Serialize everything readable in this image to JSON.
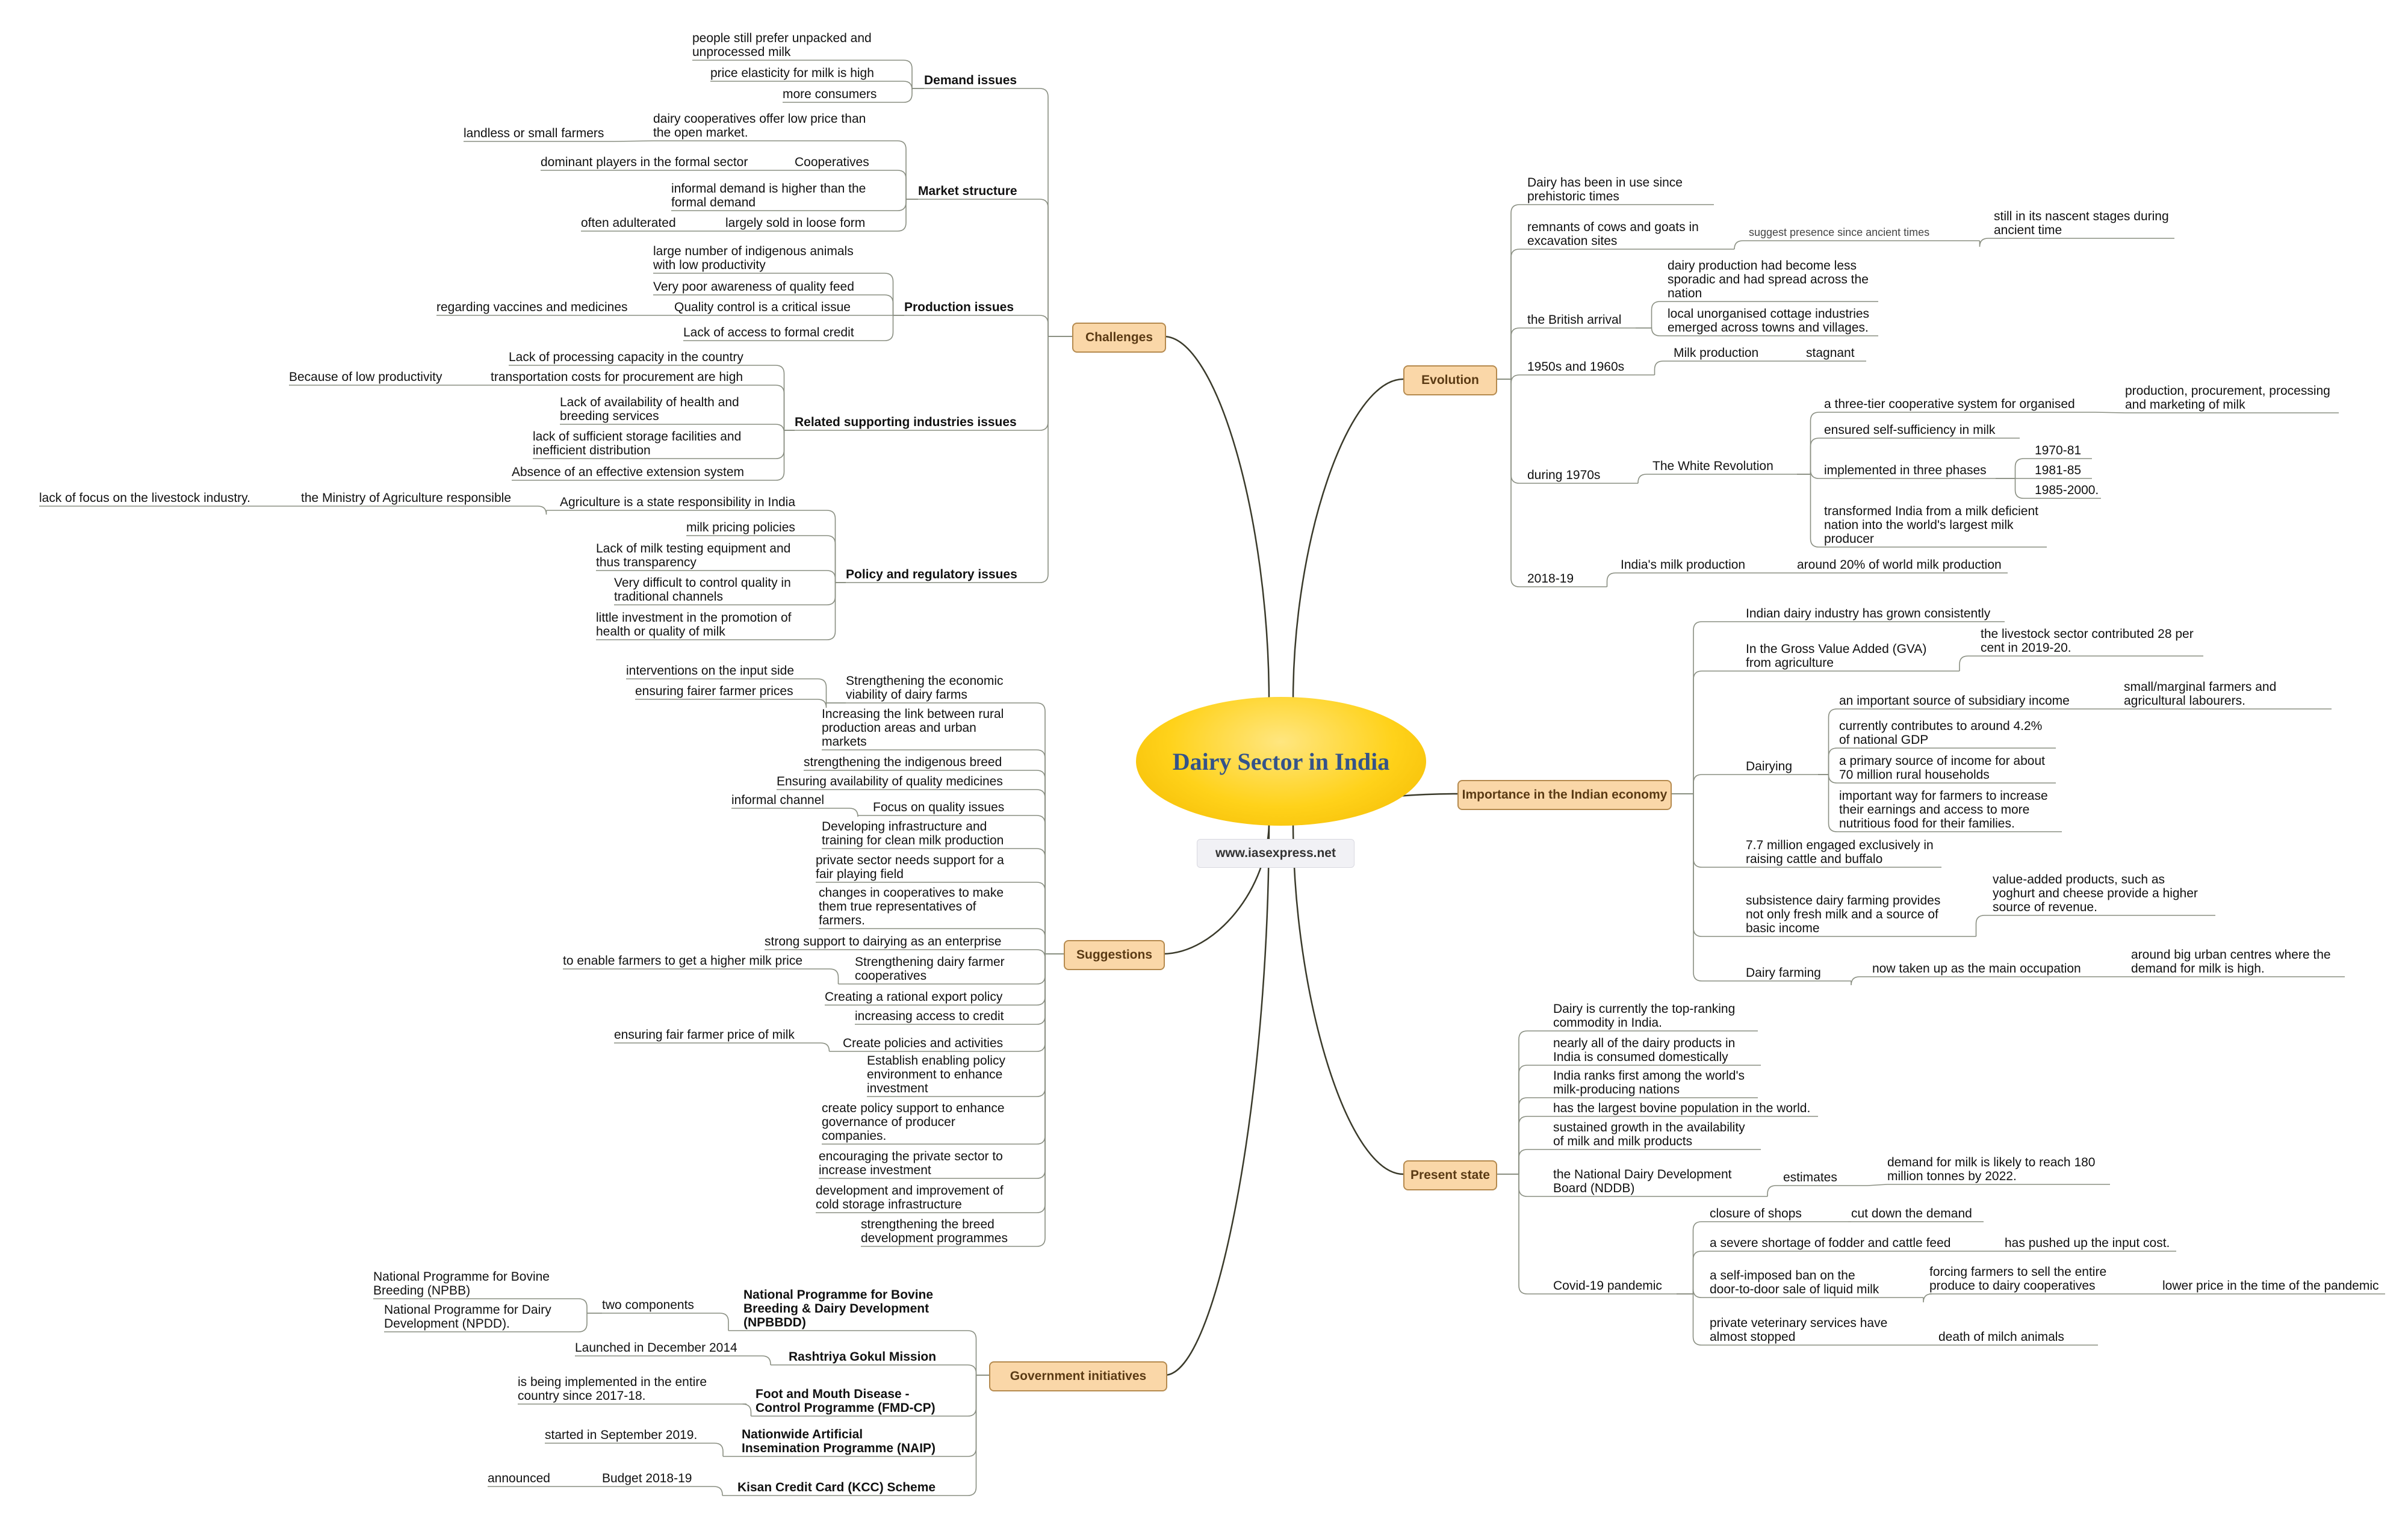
{
  "title": "Dairy Sector in India",
  "website": "www.iasexpress.net",
  "colors": {
    "branch_fill": "#fad7a8",
    "branch_border": "#b58a4e",
    "center": "#ffd21a",
    "title_text": "#34538a"
  },
  "branches": {
    "challenges": "Challenges",
    "suggestions": "Suggestions",
    "government": "Government initiatives",
    "evolution": "Evolution",
    "importance": "Importance in the Indian economy",
    "present": "Present state"
  },
  "ch": {
    "demand": "Demand issues",
    "d1": "people still prefer unpacked and\nunprocessed milk",
    "d2": "price elasticity for milk is high",
    "d3": "more consumers",
    "market": "Market structure",
    "m1": "dairy cooperatives offer low price than\nthe open market.",
    "m1a": "landless or small farmers",
    "m2": "Cooperatives",
    "m2a": "dominant players in the formal sector",
    "m3": "informal demand is higher than the\nformal demand",
    "m4": "largely sold in loose form",
    "m4a": "often adulterated",
    "production": "Production issues",
    "p1": "large number of indigenous animals\nwith low productivity",
    "p2": "Very poor awareness of quality feed",
    "p3": "Quality control is a critical issue",
    "p3a": "regarding vaccines and medicines",
    "p4": "Lack of access to formal credit",
    "related": "Related supporting industries issues",
    "r1": "Lack of processing capacity in the country",
    "r2": "transportation costs for procurement are high",
    "r2a": "Because of low productivity",
    "r3": "Lack of availability of health and\nbreeding services",
    "r4": "lack of sufficient storage facilities and\ninefficient distribution",
    "r5": "Absence of an effective extension system",
    "policy": "Policy and regulatory issues",
    "q1": "Agriculture is a state responsibility in India",
    "q1a": "the Ministry of Agriculture responsible",
    "q1b": "lack of focus on the livestock industry.",
    "q2": "milk pricing policies",
    "q3": "Lack of milk testing equipment and\nthus transparency",
    "q4": "Very difficult to control quality in\ntraditional channels",
    "q5": "little investment in the promotion of\nhealth or quality of milk"
  },
  "sg": {
    "s1": "Strengthening the economic\nviability of dairy farms",
    "s1a": "interventions on the input side",
    "s1b": "ensuring fairer farmer prices",
    "s2": "Increasing the link between rural\nproduction areas and urban\nmarkets",
    "s3": "strengthening the indigenous breed",
    "s4": "Ensuring availability of quality medicines",
    "s5": "Focus on quality issues",
    "s5a": "informal channel",
    "s6": "Developing infrastructure and\ntraining for clean milk production",
    "s7": "private sector needs support for a\nfair playing field",
    "s8": "changes in cooperatives to make\nthem true representatives of\nfarmers.",
    "s9": "strong support to dairying as an enterprise",
    "s10": "Strengthening dairy farmer\ncooperatives",
    "s10a": "to enable farmers to get a higher milk price",
    "s11": "Creating a rational export policy",
    "s12": "increasing access to credit",
    "s13": "Create policies and activities",
    "s13a": "ensuring fair farmer price of milk",
    "s14": "Establish enabling policy\nenvironment to enhance\ninvestment",
    "s15": "create policy support to enhance\ngovernance of producer\ncompanies.",
    "s16": "encouraging the private sector to\nincrease investment",
    "s17": "development and improvement of\ncold storage infrastructure",
    "s18": "strengthening the breed\ndevelopment programmes"
  },
  "gv": {
    "g1": "National Programme for Bovine\nBreeding & Dairy Development\n(NPBBDD)",
    "g1a": "two components",
    "g1b": "National Programme for Bovine\nBreeding (NPBB)",
    "g1c": "National Programme for Dairy\nDevelopment (NPDD).",
    "g2": "Rashtriya Gokul Mission",
    "g2a": "Launched in December 2014",
    "g3": "Foot and Mouth Disease -\nControl Programme (FMD-CP)",
    "g3a": "is being implemented in the entire\ncountry since 2017-18.",
    "g4": "Nationwide Artificial\nInsemination Programme (NAIP)",
    "g4a": "started in September 2019.",
    "g5": "Kisan Credit Card (KCC) Scheme",
    "g5a": "Budget 2018-19",
    "g5b": "announced"
  },
  "ev": {
    "e1": "Dairy has been in use since\nprehistoric times",
    "e2": "remnants of cows and goats in\nexcavation sites",
    "e2a": "suggest presence since ancient times",
    "e2b": "still in its nascent stages during\nancient time",
    "e3": "the British arrival",
    "e3a": "dairy production had become less\nsporadic and had spread across the\nnation",
    "e3b": "local unorganised cottage industries\nemerged across towns and villages.",
    "e4": "1950s and 1960s",
    "e4a": "Milk production",
    "e4b": "stagnant",
    "e5": "during 1970s",
    "e5a": "The White Revolution",
    "e5b": "a three-tier cooperative system for organised",
    "e5c": "production, procurement, processing\nand marketing of milk",
    "e5d": "ensured self-sufficiency in milk",
    "e5e": "implemented in three phases",
    "e5f": "1970-81",
    "e5g": "1981-85",
    "e5h": "1985-2000.",
    "e5i": "transformed India from a milk deficient\nnation into the world's largest milk\nproducer",
    "e6": "2018-19",
    "e6a": "India's milk production",
    "e6b": "around 20% of world milk production"
  },
  "im": {
    "i1": "Indian dairy industry has grown consistently",
    "i2": "In the Gross Value Added (GVA)\nfrom agriculture",
    "i2a": "the livestock sector contributed 28 per\ncent in 2019-20.",
    "i3": "Dairying",
    "i3a": "an important source of subsidiary income",
    "i3b": "small/marginal farmers and\nagricultural labourers.",
    "i3c": "currently contributes to around 4.2%\nof national GDP",
    "i3d": "a primary source of income for about\n70 million rural households",
    "i3e": " important way for farmers to increase\ntheir earnings and access to more\nnutritious food for their families.",
    "i4": " 7.7 million engaged exclusively in\nraising cattle and buffalo",
    "i5": "subsistence dairy farming provides\nnot only fresh milk and a source of\nbasic income",
    "i5a": " value-added products, such as\nyoghurt and cheese provide a higher\nsource of revenue.",
    "i6": "Dairy farming",
    "i6a": "now taken up as the main occupation",
    "i6b": "around big urban centres where the\ndemand for milk is high."
  },
  "ps": {
    "p1": "Dairy is currently the top-ranking\ncommodity in India.",
    "p2": "nearly all of the dairy products in\nIndia is consumed domestically",
    "p3": "India ranks first among the world's\nmilk-producing nations",
    "p4": "has the largest bovine population in the world.",
    "p5": "sustained growth in the availability\nof milk and milk products",
    "p6": "the National Dairy Development\nBoard (NDDB)",
    "p6a": "estimates",
    "p6b": "demand for milk is likely to reach 180\nmillion tonnes by 2022.",
    "p7": "Covid-19 pandemic",
    "p7a": "closure of shops",
    "p7b": "cut down the demand",
    "p7c": "a severe shortage of fodder and cattle feed",
    "p7d": "has pushed up the input cost.",
    "p7e": "a self-imposed ban on the\ndoor-to-door sale of liquid milk",
    "p7f": "forcing farmers to sell the entire\nproduce to dairy cooperatives",
    "p7g": "lower price in the time of the pandemic",
    "p7h": "private veterinary services have\nalmost stopped",
    "p7i": "death of milch animals"
  }
}
